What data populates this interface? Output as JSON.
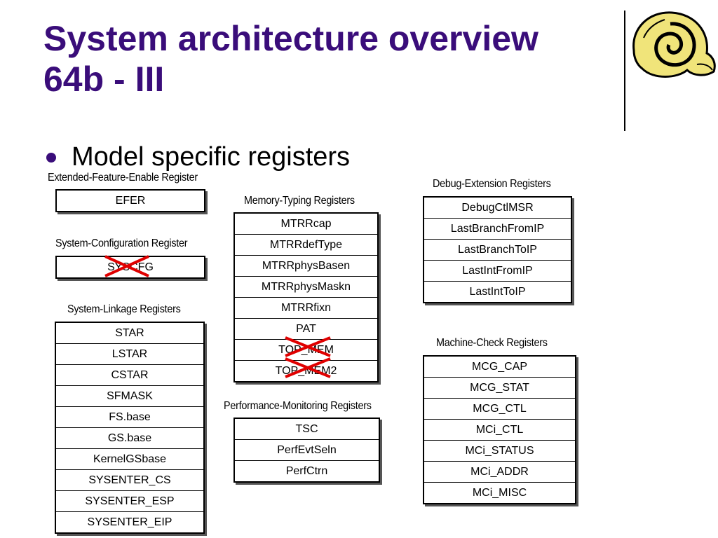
{
  "slide": {
    "title_line1": "System architecture overview",
    "title_line2": "64b - III",
    "bullet": "Model specific registers"
  },
  "groups": {
    "efer": {
      "label": "Extended-Feature-Enable Register",
      "rows": [
        "EFER"
      ]
    },
    "syscfg": {
      "label": "System-Configuration Register",
      "rows": [
        "SYSCFG"
      ]
    },
    "linkage": {
      "label": "System-Linkage Registers",
      "rows": [
        "STAR",
        "LSTAR",
        "CSTAR",
        "SFMASK",
        "FS.base",
        "GS.base",
        "KernelGSbase",
        "SYSENTER_CS",
        "SYSENTER_ESP",
        "SYSENTER_EIP"
      ]
    },
    "memtype": {
      "label": "Memory-Typing Registers",
      "rows": [
        "MTRRcap",
        "MTRRdefType",
        "MTRRphysBasen",
        "MTRRphysMaskn",
        "MTRRfixn",
        "PAT",
        "TOP_MEM",
        "TOP_MEM2"
      ]
    },
    "perf": {
      "label": "Performance-Monitoring Registers",
      "rows": [
        "TSC",
        "PerfEvtSeln",
        "PerfCtrn"
      ]
    },
    "debug": {
      "label": "Debug-Extension Registers",
      "rows": [
        "DebugCtlMSR",
        "LastBranchFromIP",
        "LastBranchToIP",
        "LastIntFromIP",
        "LastIntToIP"
      ]
    },
    "mcheck": {
      "label": "Machine-Check Registers",
      "rows": [
        "MCG_CAP",
        "MCG_STAT",
        "MCG_CTL",
        "MCi_CTL",
        "MCi_STATUS",
        "MCi_ADDR",
        "MCi_MISC"
      ]
    }
  },
  "colors": {
    "title": "#3a0d7a",
    "cross": "#e00000",
    "logo_fill": "#f0e47a"
  },
  "icons": {
    "logo": "spiral-shell-icon",
    "strike": "red-x-icon"
  }
}
